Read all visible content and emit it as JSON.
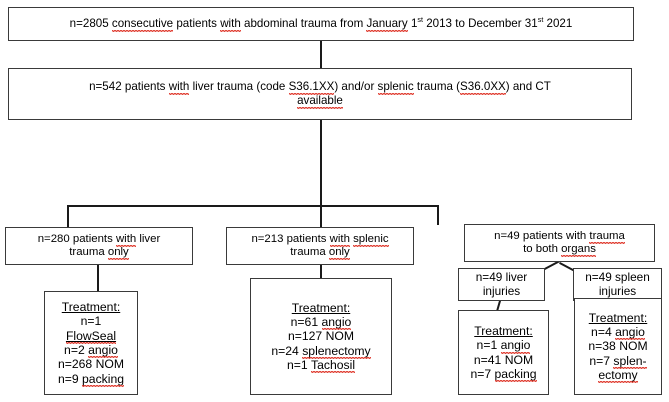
{
  "diagram": {
    "title": "Patient inclusion flowchart for abdominal trauma with liver and/or splenic injury",
    "type": "flowchart",
    "boxes": {
      "cohort_all": {
        "line1_a": "n=2805 ",
        "line1_b": "consecutive",
        "line1_c": " patients ",
        "line1_d": "with",
        "line1_e": " abdominal trauma from ",
        "line1_f": "January",
        "line1_g": " 1",
        "line1_sup1": "st",
        "line1_h": " 2013 to December 31",
        "line1_sup2": "st",
        "line1_i": " 2021"
      },
      "cohort_included": {
        "line1_a": "n=542 patients ",
        "line1_b": "with",
        "line1_c": " liver trauma (code ",
        "line1_d": "S36.1XX",
        "line1_e": ") and/or ",
        "line1_f": "splenic",
        "line1_g": " trauma (",
        "line1_h": "S36.0XX",
        "line1_i": ") and CT",
        "line2": "available"
      },
      "liver_only": {
        "line1_a": "n=280 patients ",
        "line1_b": "with",
        "line1_c": " liver",
        "line2_a": "trauma ",
        "line2_b": "only"
      },
      "splenic_only": {
        "line1_a": "n=213 patients ",
        "line1_b": "with",
        "line1_c": " ",
        "line1_d": "splenic",
        "line2_a": "trauma ",
        "line2_b": "only"
      },
      "both_organs": {
        "line1_a": "n=49 patients with ",
        "line1_b": "trauma",
        "line2_a": "to both ",
        "line2_b": "organs"
      },
      "liver_injuries": {
        "line1": "n=49 liver",
        "line2": "injuries"
      },
      "spleen_injuries": {
        "line1": "n=49 spleen",
        "line2": "injuries"
      },
      "liver_only_treatment": {
        "header": "Treatment:",
        "lines": [
          {
            "text": "n=1"
          },
          {
            "text": "FlowSeal",
            "misspelled": true
          },
          {
            "text_a": "n=2 ",
            "text_b": "angio"
          },
          {
            "text": "n=268 NOM"
          },
          {
            "text_a": "n=9 ",
            "text_b": "packing"
          }
        ]
      },
      "splenic_only_treatment": {
        "header": "Treatment:",
        "lines": [
          {
            "text_a": "n=61 ",
            "text_b": "angio"
          },
          {
            "text": "n=127 NOM"
          },
          {
            "text_a": "n=24 ",
            "text_b": "splenectomy"
          },
          {
            "text_a": "n=1 ",
            "text_b": "Tachosil"
          }
        ]
      },
      "both_liver_treatment": {
        "header": "Treatment:",
        "lines": [
          {
            "text_a": "n=1 ",
            "text_b": "angio"
          },
          {
            "text": "n=41 NOM"
          },
          {
            "text_a": "n=7 ",
            "text_b": "packing"
          }
        ]
      },
      "both_spleen_treatment": {
        "header": "Treatment:",
        "lines": [
          {
            "text_a": "n=4 ",
            "text_b": "angio"
          },
          {
            "text": "n=38 NOM"
          },
          {
            "text_a": "n=7 ",
            "text_b": "splen-"
          },
          {
            "text_b2": "ectomy"
          }
        ]
      }
    },
    "colors": {
      "box_border": "#3a3a3a",
      "connector": "#1a1a1a",
      "text": "#000000",
      "spellcheck_underline": "#e03b2f",
      "background": "#ffffff"
    }
  }
}
